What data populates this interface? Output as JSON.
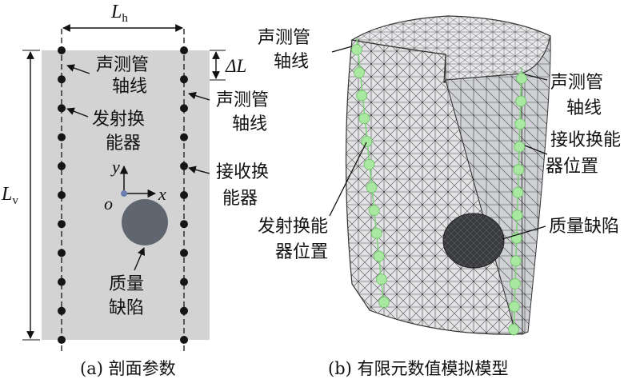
{
  "panel_a": {
    "dim_h": {
      "main": "L",
      "sub": "h"
    },
    "dim_v": {
      "main": "L",
      "sub": "v"
    },
    "dim_spacing": "ΔL",
    "label_tube_axis_left": [
      "声测管",
      "轴线"
    ],
    "label_tube_axis_right": [
      "声测管",
      "轴线"
    ],
    "label_transmitter": [
      "发射换",
      "能器"
    ],
    "label_receiver": [
      "接收换",
      "能器"
    ],
    "label_defect": [
      "质量",
      "缺陷"
    ],
    "axis_y": "y",
    "axis_x": "x",
    "origin": "o",
    "caption": "(a) 剖面参数",
    "colors": {
      "section": "#d3d3d3",
      "defect": "#5f6670",
      "dot": "#151515",
      "origin": "#6b7fb0"
    }
  },
  "panel_b": {
    "label_tube_axis_left": [
      "声测管",
      "轴线"
    ],
    "label_tube_axis_right": [
      "声测管",
      "轴线"
    ],
    "label_receiver_pos": [
      "接收换能",
      "器位置"
    ],
    "label_transmitter_pos": [
      "发射换能",
      "器位置"
    ],
    "label_defect": "质量缺陷",
    "caption": "(b) 有限元数值模拟模型",
    "colors": {
      "mesh": "#e3e4e6",
      "mesh_dark": "#c9cbcf",
      "mesh_line": "#3a3a3a",
      "node": "#a8e8a0",
      "defect": "#3a3b3e"
    }
  }
}
